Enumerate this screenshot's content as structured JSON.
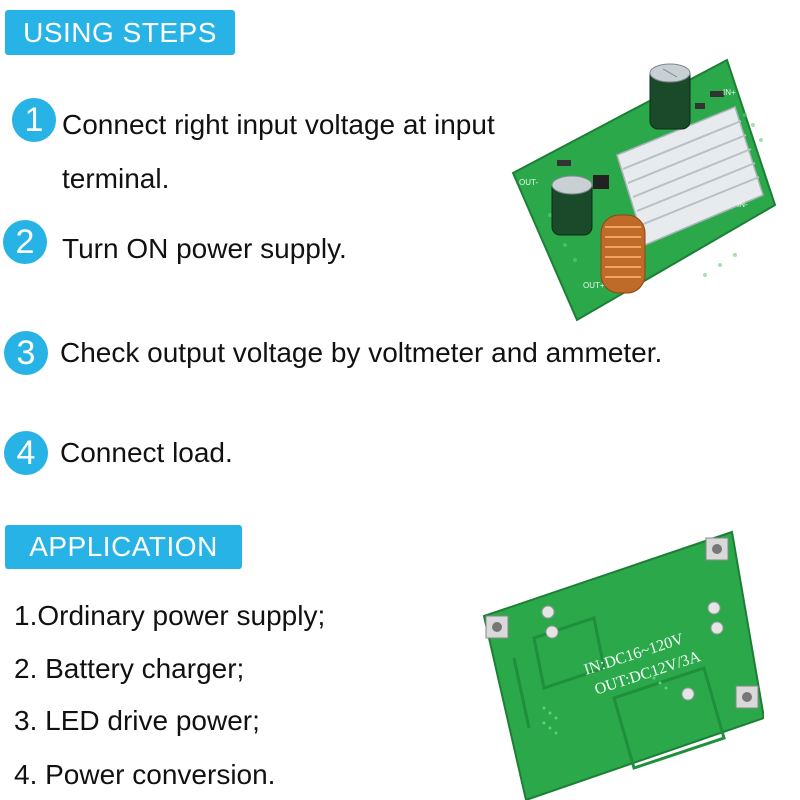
{
  "sections": {
    "steps_title": "USING STEPS",
    "application_title": "APPLICATION"
  },
  "steps": [
    {
      "number": "1",
      "text_line1": "Connect right input voltage at input",
      "text_line2": "terminal."
    },
    {
      "number": "2",
      "text": "Turn ON power supply."
    },
    {
      "number": "3",
      "text": "Check output voltage by voltmeter and ammeter."
    },
    {
      "number": "4",
      "text": "Connect load."
    }
  ],
  "applications": [
    "1.Ordinary power supply;",
    "2. Battery charger;",
    "3. LED drive power;",
    "4. Power conversion."
  ],
  "board_front": {
    "labels": [
      "OUT-",
      "OUT+",
      "IN-",
      "IN+"
    ]
  },
  "board_back": {
    "input_spec": "IN:DC16~120V",
    "output_spec": "OUT:DC12V/3A"
  },
  "colors": {
    "accent": "#27b3e6",
    "pcb_green": "#2aa84a"
  }
}
